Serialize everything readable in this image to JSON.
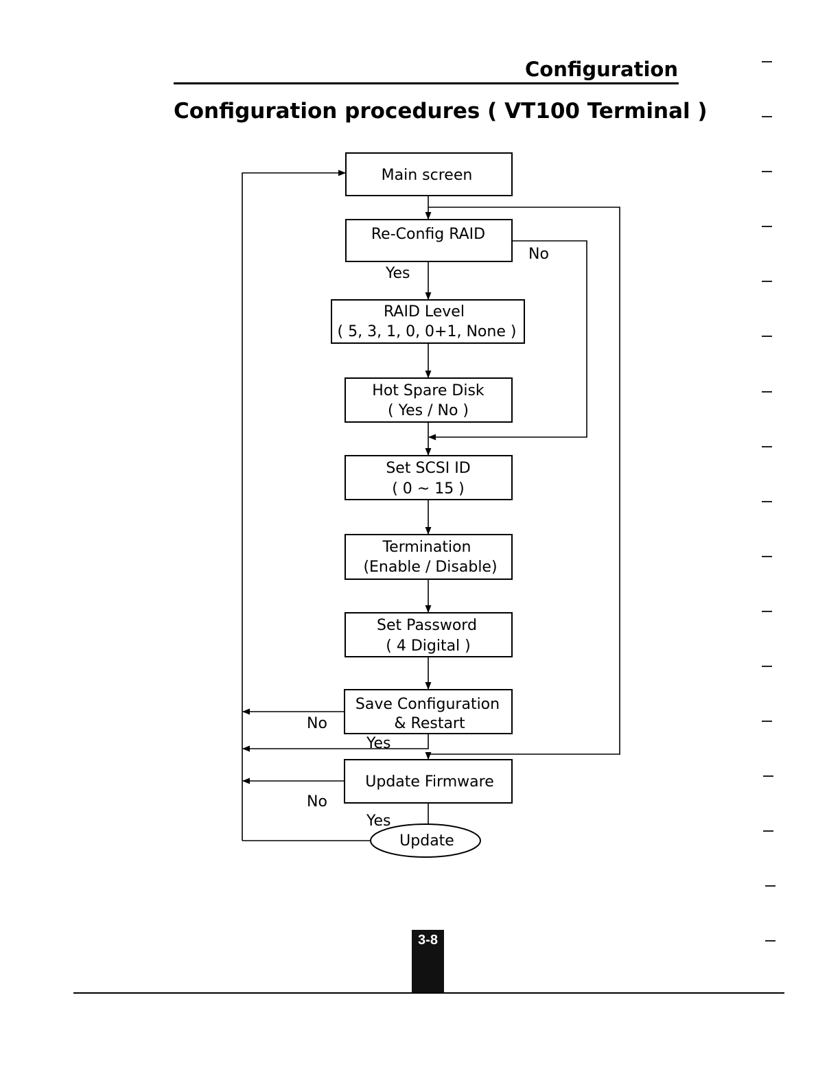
{
  "header": {
    "section": "Configuration"
  },
  "page": {
    "title": "Configuration procedures ( VT100 Terminal )",
    "number": "3-8"
  },
  "flowchart": {
    "nodes": {
      "main_screen": [
        "Main screen"
      ],
      "reconfig_raid": [
        "Re-Config RAID"
      ],
      "raid_level": [
        "RAID Level",
        "( 5, 3, 1, 0, 0+1, None )"
      ],
      "hot_spare": [
        "Hot Spare Disk",
        "( Yes / No )"
      ],
      "scsi_id": [
        "Set SCSI ID",
        "( 0 ~ 15 )"
      ],
      "termination": [
        "Termination",
        "(Enable / Disable)"
      ],
      "password": [
        "Set Password",
        "( 4 Digital )"
      ],
      "save_config": [
        "Save Configuration",
        "& Restart"
      ],
      "update_firmware": [
        "Update Firmware"
      ],
      "update": [
        "Update"
      ]
    },
    "labels": {
      "reconfig_no": "No",
      "reconfig_yes": "Yes",
      "save_no": "No",
      "save_yes": "Yes",
      "firmware_no": "No",
      "firmware_yes": "Yes"
    }
  }
}
